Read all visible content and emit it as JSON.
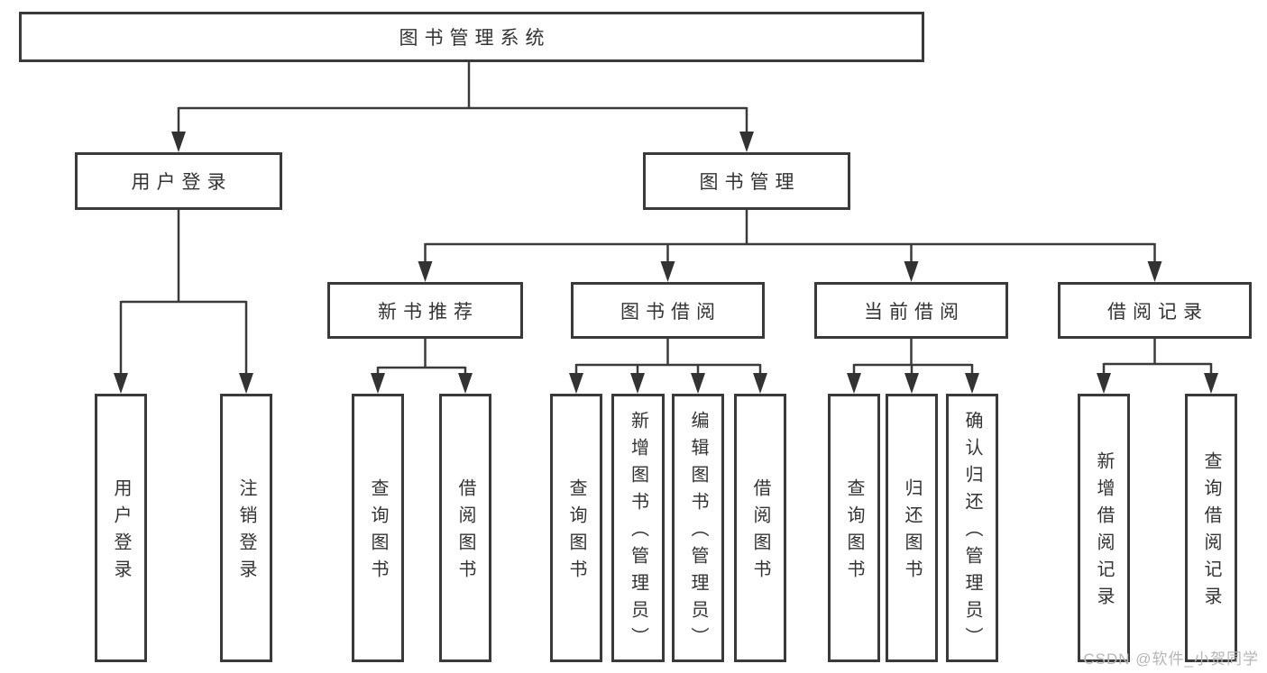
{
  "colors": {
    "line": "#3a3a3a",
    "box_border": "#3a3a3a",
    "text": "#333333",
    "background": "#ffffff",
    "watermark_color": "#b5b5b5"
  },
  "diagram": {
    "root": "图书管理系统",
    "branches": [
      {
        "label": "用户登录",
        "leaves": [
          "用户登录",
          "注销登录"
        ]
      },
      {
        "label": "图书管理",
        "children": [
          {
            "label": "新书推荐",
            "leaves": [
              "查询图书",
              "借阅图书"
            ]
          },
          {
            "label": "图书借阅",
            "leaves": [
              "查询图书",
              "新增图书（管理员）",
              "编辑图书（管理员）",
              "借阅图书"
            ]
          },
          {
            "label": "当前借阅",
            "leaves": [
              "查询图书",
              "归还图书",
              "确认归还（管理员）"
            ]
          },
          {
            "label": "借阅记录",
            "leaves": [
              "新增借阅记录",
              "查询借阅记录"
            ]
          }
        ]
      }
    ]
  },
  "watermark": "CSDN @软件_小贺同学"
}
